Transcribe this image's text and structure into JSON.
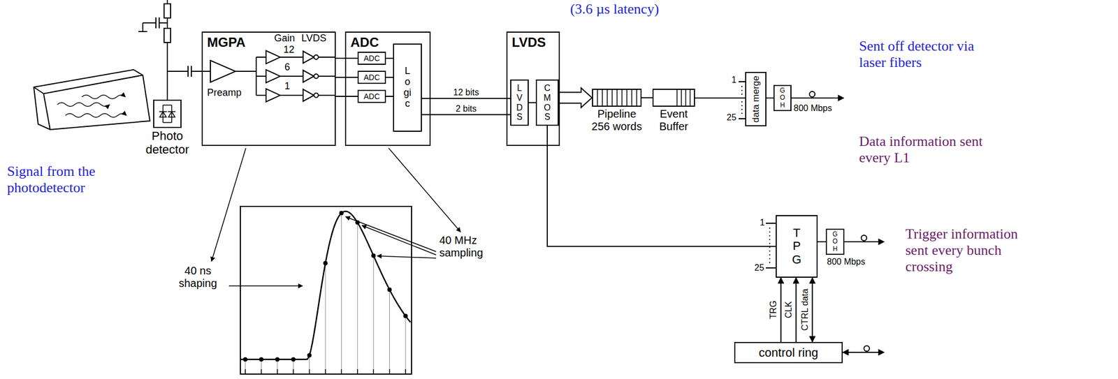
{
  "diagram": {
    "nodes": [
      {
        "text": [
          "MGPA"
        ]
      },
      {
        "text": [
          "ADC"
        ]
      },
      {
        "text": [
          "ADC"
        ],
        "in": 1
      },
      {
        "text": [
          "ADC"
        ],
        "in": 1
      },
      {
        "text": [
          "ADC"
        ],
        "in": 1
      },
      {
        "text": [
          "Logic"
        ],
        "in": 1
      },
      {
        "text": [
          "LVDS"
        ]
      },
      {
        "text": [
          "LVDS"
        ],
        "in": 6
      },
      {
        "text": [
          "CMOS"
        ],
        "in": 6
      },
      {
        "text": [
          "Pipeline 256 words"
        ]
      },
      {
        "text": [
          "Event Buffer"
        ]
      },
      {
        "text": [
          "data merge"
        ]
      },
      {
        "text": [
          "GOH"
        ]
      },
      {
        "text": [
          "TPG"
        ]
      },
      {
        "text": [
          "GOH"
        ]
      },
      {
        "text": [
          "control ring"
        ]
      },
      {
        "text": [
          "Photo detector"
        ]
      }
    ],
    "edges": [
      {
        "from": 0,
        "to": 2,
        "arrow": "none"
      },
      {
        "from": 0,
        "to": 3,
        "arrow": "none"
      },
      {
        "from": 0,
        "to": 4,
        "arrow": "none"
      },
      {
        "from": 2,
        "to": 5,
        "arrow": "none"
      },
      {
        "from": 3,
        "to": 5,
        "arrow": "none"
      },
      {
        "from": 4,
        "to": 5,
        "arrow": "none"
      },
      {
        "from": 5,
        "to": 7,
        "label": "12 bits",
        "arrow": "none"
      },
      {
        "from": 5,
        "to": 7,
        "label": "2 bits",
        "arrow": "none"
      },
      {
        "from": 7,
        "to": 8,
        "arrow": "none"
      },
      {
        "from": 8,
        "to": 9,
        "arrow": "to"
      },
      {
        "from": 9,
        "to": 10,
        "arrow": "none"
      },
      {
        "from": 10,
        "to": 11,
        "arrow": "none"
      },
      {
        "from": 11,
        "to": 12,
        "arrow": "none"
      },
      {
        "from": 8,
        "to": 13,
        "arrow": "none"
      },
      {
        "from": 13,
        "to": 14,
        "arrow": "none"
      },
      {
        "from": 15,
        "to": 13,
        "label": "TRG",
        "arrow": "to"
      },
      {
        "from": 15,
        "to": 13,
        "label": "CLK",
        "arrow": "to"
      },
      {
        "from": 15,
        "to": 13,
        "label": "CTRL data",
        "arrow": "both"
      }
    ],
    "labels": [
      "(3.6 µs latency)",
      "Gain",
      "LVDS",
      "12",
      "6",
      "1",
      "Preamp",
      "Signal from the photodetector",
      "40 ns shaping",
      "40 MHz sampling",
      "1",
      "25",
      "800 Mbps",
      "Sent off detector via laser fibers",
      "Data information sent every L1",
      "1",
      "25",
      "800 Mbps",
      "Trigger information sent every bunch crossing"
    ]
  }
}
